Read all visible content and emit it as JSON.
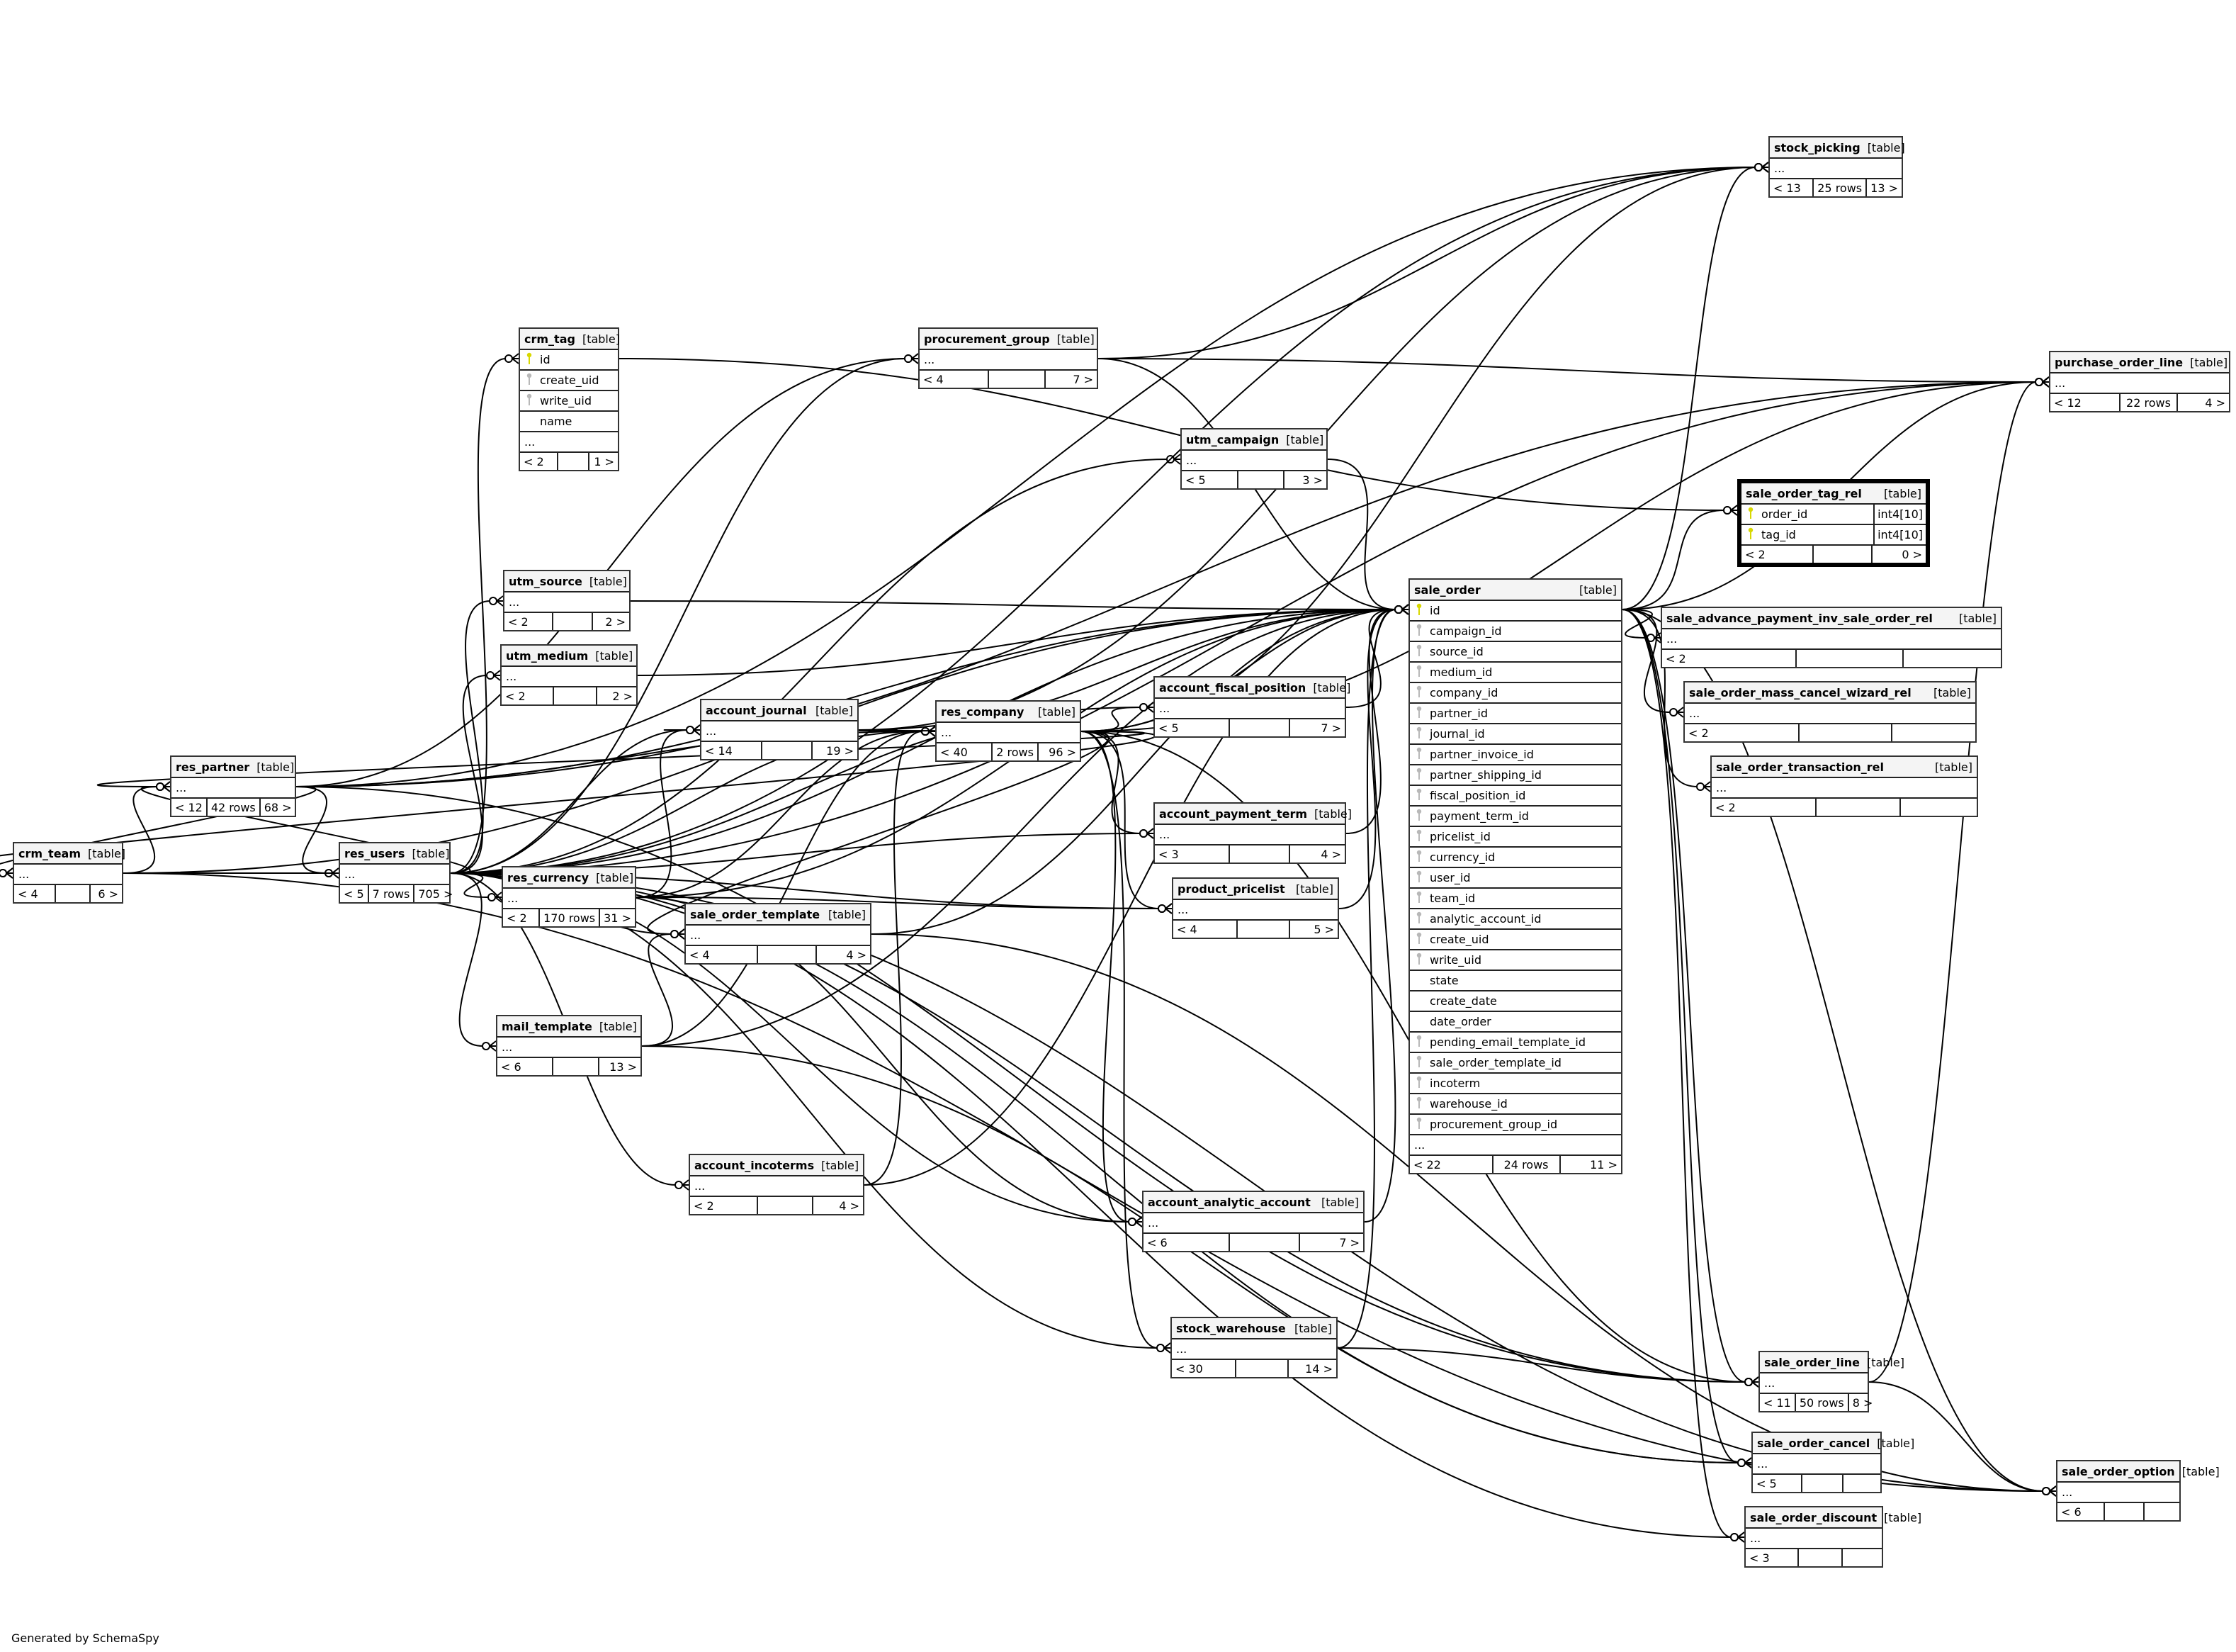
{
  "footer": "Generated by SchemaSpy",
  "kind_label": "[table]",
  "ellipsis": "...",
  "tables": [
    {
      "id": "crm_team",
      "name": "crm_team",
      "footer": [
        "< 4",
        "",
        "6 >"
      ]
    },
    {
      "id": "res_partner",
      "name": "res_partner",
      "footer": [
        "< 12",
        "42 rows",
        "68 >"
      ]
    },
    {
      "id": "res_users",
      "name": "res_users",
      "footer": [
        "< 5",
        "7 rows",
        "705 >"
      ]
    },
    {
      "id": "crm_tag",
      "name": "crm_tag",
      "columns": [
        {
          "name": "id",
          "key": "pk"
        },
        {
          "name": "create_uid",
          "key": "fk"
        },
        {
          "name": "write_uid",
          "key": "fk"
        },
        {
          "name": "name",
          "key": "none"
        }
      ],
      "footer": [
        "< 2",
        "",
        "1 >"
      ]
    },
    {
      "id": "utm_source",
      "name": "utm_source",
      "footer": [
        "< 2",
        "",
        "2 >"
      ]
    },
    {
      "id": "utm_medium",
      "name": "utm_medium",
      "footer": [
        "< 2",
        "",
        "2 >"
      ]
    },
    {
      "id": "res_currency",
      "name": "res_currency",
      "footer": [
        "< 2",
        "170 rows",
        "31 >"
      ]
    },
    {
      "id": "mail_template",
      "name": "mail_template",
      "footer": [
        "< 6",
        "",
        "13 >"
      ]
    },
    {
      "id": "account_journal",
      "name": "account_journal",
      "footer": [
        "< 14",
        "",
        "19 >"
      ]
    },
    {
      "id": "sale_order_template",
      "name": "sale_order_template",
      "footer": [
        "< 4",
        "",
        "4 >"
      ]
    },
    {
      "id": "account_incoterms",
      "name": "account_incoterms",
      "footer": [
        "< 2",
        "",
        "4 >"
      ]
    },
    {
      "id": "procurement_group",
      "name": "procurement_group",
      "footer": [
        "< 4",
        "",
        "7 >"
      ]
    },
    {
      "id": "res_company",
      "name": "res_company",
      "footer": [
        "< 40",
        "2 rows",
        "96 >"
      ]
    },
    {
      "id": "utm_campaign",
      "name": "utm_campaign",
      "footer": [
        "< 5",
        "",
        "3 >"
      ]
    },
    {
      "id": "account_fiscal_position",
      "name": "account_fiscal_position",
      "footer": [
        "< 5",
        "",
        "7 >"
      ]
    },
    {
      "id": "account_payment_term",
      "name": "account_payment_term",
      "footer": [
        "< 3",
        "",
        "4 >"
      ]
    },
    {
      "id": "product_pricelist",
      "name": "product_pricelist",
      "footer": [
        "< 4",
        "",
        "5 >"
      ]
    },
    {
      "id": "account_analytic_account",
      "name": "account_analytic_account",
      "footer": [
        "< 6",
        "",
        "7 >"
      ]
    },
    {
      "id": "stock_warehouse",
      "name": "stock_warehouse",
      "footer": [
        "< 30",
        "",
        "14 >"
      ]
    },
    {
      "id": "sale_order",
      "name": "sale_order",
      "columns": [
        {
          "name": "id",
          "key": "pk"
        },
        {
          "name": "campaign_id",
          "key": "fk"
        },
        {
          "name": "source_id",
          "key": "fk"
        },
        {
          "name": "medium_id",
          "key": "fk"
        },
        {
          "name": "company_id",
          "key": "fk"
        },
        {
          "name": "partner_id",
          "key": "fk"
        },
        {
          "name": "journal_id",
          "key": "fk"
        },
        {
          "name": "partner_invoice_id",
          "key": "fk"
        },
        {
          "name": "partner_shipping_id",
          "key": "fk"
        },
        {
          "name": "fiscal_position_id",
          "key": "fk"
        },
        {
          "name": "payment_term_id",
          "key": "fk"
        },
        {
          "name": "pricelist_id",
          "key": "fk"
        },
        {
          "name": "currency_id",
          "key": "fk"
        },
        {
          "name": "user_id",
          "key": "fk"
        },
        {
          "name": "team_id",
          "key": "fk"
        },
        {
          "name": "analytic_account_id",
          "key": "fk"
        },
        {
          "name": "create_uid",
          "key": "fk"
        },
        {
          "name": "write_uid",
          "key": "fk"
        },
        {
          "name": "state",
          "key": "none"
        },
        {
          "name": "create_date",
          "key": "none"
        },
        {
          "name": "date_order",
          "key": "none"
        },
        {
          "name": "pending_email_template_id",
          "key": "fk"
        },
        {
          "name": "sale_order_template_id",
          "key": "fk"
        },
        {
          "name": "incoterm",
          "key": "fk"
        },
        {
          "name": "warehouse_id",
          "key": "fk"
        },
        {
          "name": "procurement_group_id",
          "key": "fk"
        }
      ],
      "footer": [
        "< 22",
        "24 rows",
        "11 >"
      ]
    },
    {
      "id": "stock_picking",
      "name": "stock_picking",
      "footer": [
        "< 13",
        "25 rows",
        "13 >"
      ]
    },
    {
      "id": "purchase_order_line",
      "name": "purchase_order_line",
      "footer": [
        "< 12",
        "22 rows",
        "4 >"
      ]
    },
    {
      "id": "sale_order_tag_rel",
      "name": "sale_order_tag_rel",
      "focus": true,
      "columns": [
        {
          "name": "order_id",
          "key": "pk",
          "type": "int4[10]"
        },
        {
          "name": "tag_id",
          "key": "pk",
          "type": "int4[10]"
        }
      ],
      "footer": [
        "< 2",
        "",
        "0 >"
      ],
      "noEllipsis": true
    },
    {
      "id": "sale_advance_payment_inv_sale_order_rel",
      "name": "sale_advance_payment_inv_sale_order_rel",
      "footer": [
        "< 2",
        "",
        ""
      ]
    },
    {
      "id": "sale_order_mass_cancel_wizard_rel",
      "name": "sale_order_mass_cancel_wizard_rel",
      "footer": [
        "< 2",
        "",
        ""
      ]
    },
    {
      "id": "sale_order_transaction_rel",
      "name": "sale_order_transaction_rel",
      "footer": [
        "< 2",
        "",
        ""
      ]
    },
    {
      "id": "sale_order_line",
      "name": "sale_order_line",
      "footer": [
        "< 11",
        "50 rows",
        "8 >"
      ]
    },
    {
      "id": "sale_order_cancel",
      "name": "sale_order_cancel",
      "footer": [
        "< 5",
        "",
        ""
      ]
    },
    {
      "id": "sale_order_discount",
      "name": "sale_order_discount",
      "footer": [
        "< 3",
        "",
        ""
      ]
    },
    {
      "id": "sale_order_option",
      "name": "sale_order_option",
      "footer": [
        "< 6",
        "",
        ""
      ]
    }
  ],
  "relationships": [
    [
      "crm_team",
      "res_partner"
    ],
    [
      "crm_team",
      "res_users"
    ],
    [
      "crm_team",
      "sale_order"
    ],
    [
      "crm_team",
      "sale_order_option"
    ],
    [
      "res_partner",
      "res_users"
    ],
    [
      "res_partner",
      "stock_picking"
    ],
    [
      "res_partner",
      "purchase_order_line"
    ],
    [
      "res_partner",
      "procurement_group"
    ],
    [
      "res_partner",
      "sale_order"
    ],
    [
      "res_partner",
      "res_company"
    ],
    [
      "res_partner",
      "crm_team"
    ],
    [
      "res_partner",
      "sale_order_line"
    ],
    [
      "res_users",
      "res_partner"
    ],
    [
      "res_users",
      "crm_tag"
    ],
    [
      "res_users",
      "utm_source"
    ],
    [
      "res_users",
      "utm_medium"
    ],
    [
      "res_users",
      "res_currency"
    ],
    [
      "res_users",
      "mail_template"
    ],
    [
      "res_users",
      "account_journal"
    ],
    [
      "res_users",
      "sale_order_template"
    ],
    [
      "res_users",
      "account_incoterms"
    ],
    [
      "res_users",
      "procurement_group"
    ],
    [
      "res_users",
      "res_company"
    ],
    [
      "res_users",
      "utm_campaign"
    ],
    [
      "res_users",
      "account_fiscal_position"
    ],
    [
      "res_users",
      "account_payment_term"
    ],
    [
      "res_users",
      "product_pricelist"
    ],
    [
      "res_users",
      "account_analytic_account"
    ],
    [
      "res_users",
      "stock_warehouse"
    ],
    [
      "res_users",
      "sale_order"
    ],
    [
      "res_users",
      "stock_picking"
    ],
    [
      "res_users",
      "purchase_order_line"
    ],
    [
      "res_users",
      "sale_order_line"
    ],
    [
      "res_users",
      "sale_order_cancel"
    ],
    [
      "res_users",
      "sale_order_discount"
    ],
    [
      "res_users",
      "sale_order_option"
    ],
    [
      "res_users",
      "crm_team"
    ],
    [
      "crm_tag",
      "sale_order_tag_rel"
    ],
    [
      "utm_source",
      "sale_order"
    ],
    [
      "utm_medium",
      "sale_order"
    ],
    [
      "utm_campaign",
      "sale_order"
    ],
    [
      "res_currency",
      "res_company"
    ],
    [
      "res_currency",
      "account_journal"
    ],
    [
      "res_currency",
      "product_pricelist"
    ],
    [
      "res_currency",
      "sale_order"
    ],
    [
      "res_currency",
      "account_analytic_account"
    ],
    [
      "mail_template",
      "sale_order_template"
    ],
    [
      "mail_template",
      "sale_order"
    ],
    [
      "mail_template",
      "res_company"
    ],
    [
      "mail_template",
      "sale_order_cancel"
    ],
    [
      "account_journal",
      "res_company"
    ],
    [
      "account_journal",
      "sale_order"
    ],
    [
      "account_journal",
      "stock_picking"
    ],
    [
      "sale_order_template",
      "sale_order"
    ],
    [
      "sale_order_template",
      "sale_order_option"
    ],
    [
      "account_incoterms",
      "sale_order"
    ],
    [
      "account_incoterms",
      "res_company"
    ],
    [
      "procurement_group",
      "sale_order"
    ],
    [
      "procurement_group",
      "stock_picking"
    ],
    [
      "procurement_group",
      "purchase_order_line"
    ],
    [
      "res_company",
      "account_fiscal_position"
    ],
    [
      "res_company",
      "account_payment_term"
    ],
    [
      "res_company",
      "product_pricelist"
    ],
    [
      "res_company",
      "account_analytic_account"
    ],
    [
      "res_company",
      "stock_warehouse"
    ],
    [
      "res_company",
      "sale_order"
    ],
    [
      "res_company",
      "stock_picking"
    ],
    [
      "res_company",
      "purchase_order_line"
    ],
    [
      "res_company",
      "sale_order_line"
    ],
    [
      "res_company",
      "account_journal"
    ],
    [
      "res_company",
      "sale_order_template"
    ],
    [
      "res_company",
      "res_partner"
    ],
    [
      "res_company",
      "crm_team"
    ],
    [
      "account_fiscal_position",
      "sale_order"
    ],
    [
      "account_payment_term",
      "sale_order"
    ],
    [
      "product_pricelist",
      "sale_order"
    ],
    [
      "account_analytic_account",
      "sale_order"
    ],
    [
      "stock_warehouse",
      "sale_order"
    ],
    [
      "stock_warehouse",
      "sale_order_line"
    ],
    [
      "sale_order",
      "sale_order_tag_rel"
    ],
    [
      "sale_order",
      "sale_advance_payment_inv_sale_order_rel"
    ],
    [
      "sale_order",
      "sale_order_mass_cancel_wizard_rel"
    ],
    [
      "sale_order",
      "sale_order_transaction_rel"
    ],
    [
      "sale_order",
      "sale_order_line"
    ],
    [
      "sale_order",
      "sale_order_cancel"
    ],
    [
      "sale_order",
      "sale_order_discount"
    ],
    [
      "sale_order",
      "sale_order_option"
    ],
    [
      "sale_order",
      "stock_picking"
    ],
    [
      "sale_order",
      "purchase_order_line"
    ],
    [
      "sale_order_line",
      "sale_order_option"
    ],
    [
      "sale_order_line",
      "purchase_order_line"
    ]
  ]
}
